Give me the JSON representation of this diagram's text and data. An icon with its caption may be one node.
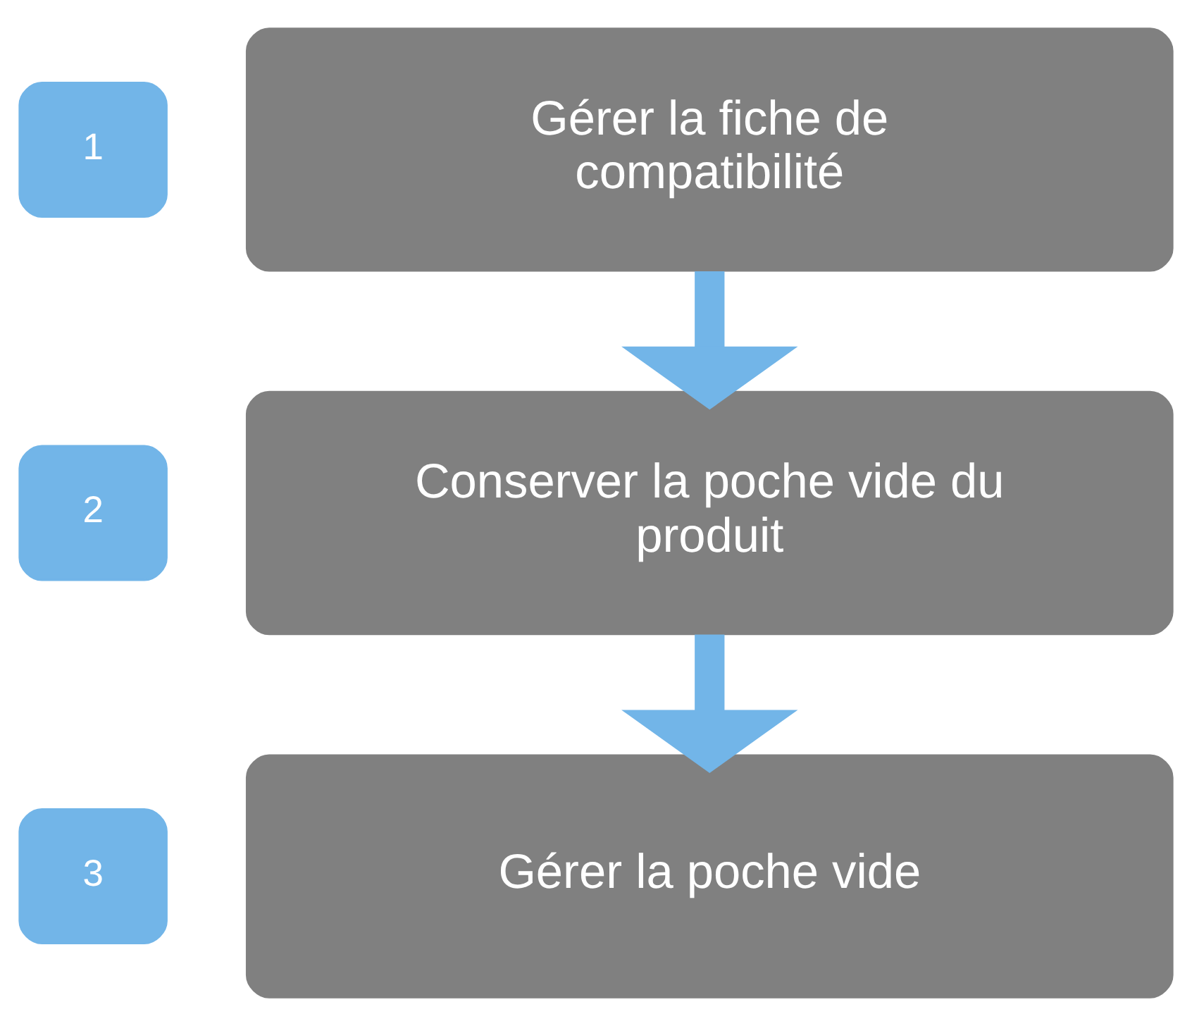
{
  "diagram": {
    "nodes": [
      {
        "text": [
          "1"
        ]
      },
      {
        "text": [
          "Gérer la fiche de compatibilité"
        ]
      },
      {
        "text": [
          "2"
        ]
      },
      {
        "text": [
          "Conserver la poche vide du produit"
        ]
      },
      {
        "text": [
          "3"
        ]
      },
      {
        "text": [
          "Gérer la poche vide"
        ]
      }
    ],
    "edges": [
      {
        "from": 1,
        "to": 3,
        "arrow": "to"
      },
      {
        "from": 3,
        "to": 5,
        "arrow": "to"
      }
    ]
  }
}
